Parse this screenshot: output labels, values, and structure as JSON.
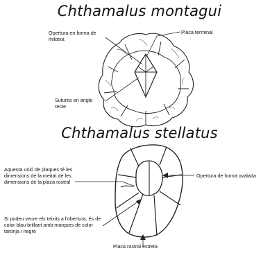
{
  "diagram": {
    "top": {
      "title": "Chthamalus montagui",
      "labels": {
        "opening": "Opertura en forma de milotxa",
        "terminal_plate": "Placa terminal",
        "sutures": "Sutures en angle recte"
      }
    },
    "bottom": {
      "title": "Chthamalus stellatus",
      "labels": {
        "plate_union": "Aquesta unió de plaques té les dimensions de la meitat de les dimensions de la placa rostral",
        "oval_opening": "Opertura de forma ovalada",
        "tissues": "Si podeu veure els teixits a l'obertura, és de color blau brillant amb marques de color taronja i negre",
        "rostral_plate": "Placa rostral estreta"
      }
    }
  }
}
